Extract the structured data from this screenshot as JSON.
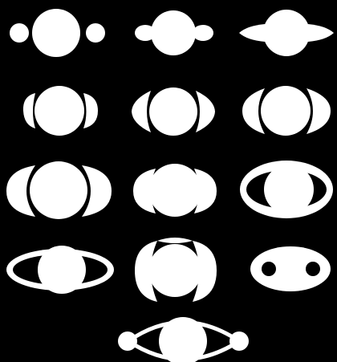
{
  "figure": {
    "background": "#000000",
    "ink": "#ffffff",
    "panels": [
      {
        "id": 1,
        "shape": "globe-with-two-side-balls"
      },
      {
        "id": 2,
        "shape": "globe-with-small-side-bulges"
      },
      {
        "id": 3,
        "shape": "globe-with-side-wedges"
      },
      {
        "id": 4,
        "shape": "globe-with-open-crescent-handles"
      },
      {
        "id": 5,
        "shape": "globe-with-thin-crescent-handles"
      },
      {
        "id": 6,
        "shape": "globe-with-wide-crescent-handles"
      },
      {
        "id": 7,
        "shape": "globe-with-broad-ring-arcs"
      },
      {
        "id": 8,
        "shape": "globe-with-thin-ring-arcs"
      },
      {
        "id": 9,
        "shape": "globe-inside-dark-ellipse-ring"
      },
      {
        "id": 10,
        "shape": "globe-with-tilted-thin-ring"
      },
      {
        "id": 11,
        "shape": "globe-with-tall-crescent-handles"
      },
      {
        "id": 12,
        "shape": "bright-ellipse-with-two-dark-holes"
      },
      {
        "id": 13,
        "shape": "globe-on-curved-arms-with-end-balls"
      }
    ]
  }
}
